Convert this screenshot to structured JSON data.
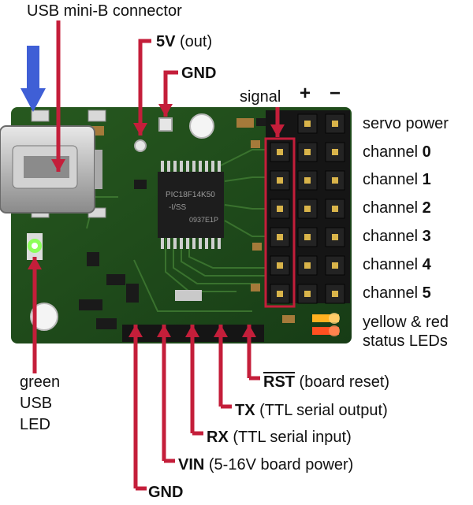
{
  "labels": {
    "usb_connector": "USB mini-B connector",
    "v5_bold": "5V",
    "v5_rest": " (out)",
    "gnd_top": "GND",
    "signal": "signal",
    "plus": "+",
    "minus": "−",
    "servo_power": "servo power",
    "channel_word": "channel ",
    "channels": [
      "0",
      "1",
      "2",
      "3",
      "4",
      "5"
    ],
    "status_leds_line1": "yellow & red",
    "status_leds_line2": "status LEDs",
    "green_led_line1": "green",
    "green_led_line2": "USB",
    "green_led_line3": "LED",
    "rst_bold": "RST",
    "rst_rest": " (board reset)",
    "tx_bold": "TX",
    "tx_rest": " (TTL serial output)",
    "rx_bold": "RX",
    "rx_rest": " (TTL serial input)",
    "vin_bold": "VIN",
    "vin_rest": " (5-16V board power)",
    "gnd_bottom": "GND"
  },
  "chip": {
    "line1": "PIC18F14K50",
    "line2": "-I/SS",
    "line3": "0937E1P"
  },
  "colors": {
    "pcb": "#1f4a1c",
    "arrow": "#c41e3a",
    "usb_arrow": "#3f5fd6",
    "header_plastic": "#151515",
    "pin_gold": "#d9b44a"
  }
}
